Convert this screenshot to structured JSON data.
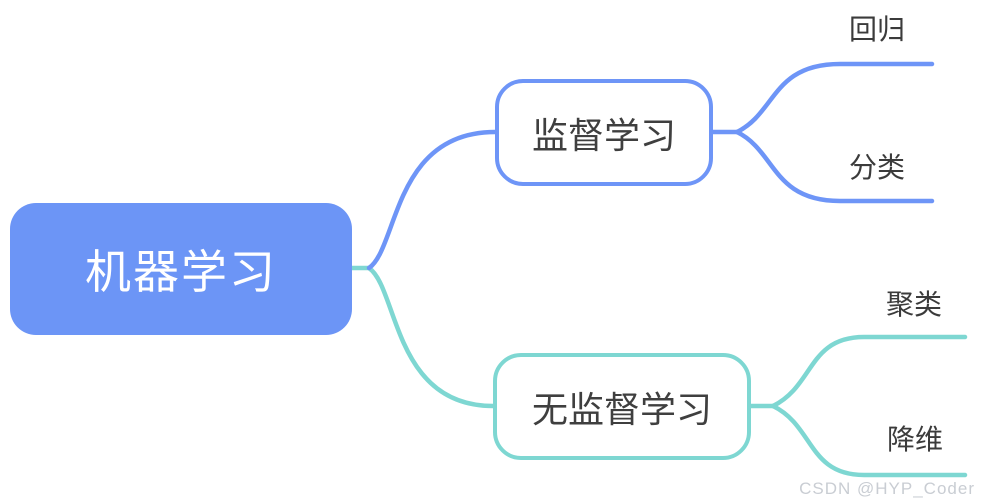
{
  "colors": {
    "root_fill": "#6C95F6",
    "blue": "#6E95F7",
    "teal": "#7ED7D2",
    "node_text": "#3F3F3F",
    "root_text": "#FFFFFF",
    "leaf_text": "#3B3B3B",
    "watermark_text": "#C9CDD3",
    "background": "#FFFFFF"
  },
  "mindmap": {
    "root": {
      "label": "机器学习"
    },
    "branches": [
      {
        "label": "监督学习",
        "color": "#6E95F7",
        "children": [
          {
            "label": "回归"
          },
          {
            "label": "分类"
          }
        ]
      },
      {
        "label": "无监督学习",
        "color": "#7ED7D2",
        "children": [
          {
            "label": "聚类"
          },
          {
            "label": "降维"
          }
        ]
      }
    ]
  },
  "watermark": {
    "text": "CSDN @HYP_Coder"
  }
}
